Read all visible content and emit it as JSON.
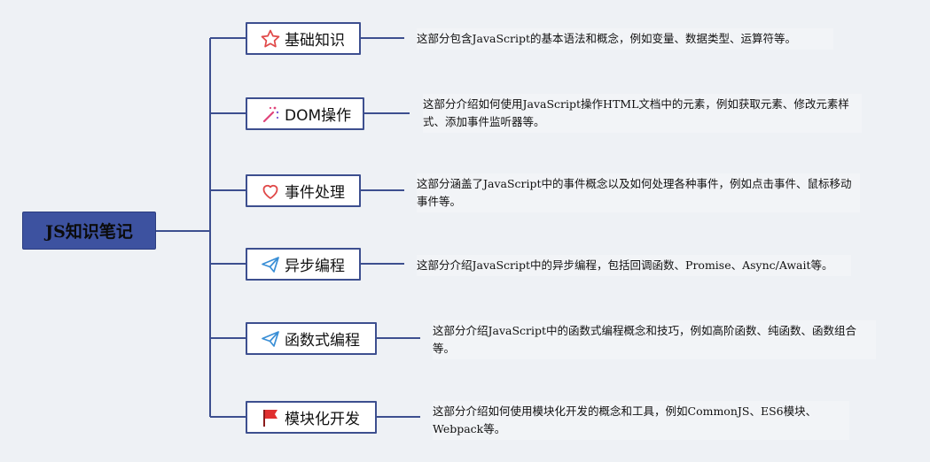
{
  "root": {
    "label": "JS知识笔记"
  },
  "colors": {
    "line": "#3d4f8f",
    "root_bg": "#3d52a0",
    "background": "#eef1f5"
  },
  "branches": [
    {
      "label": "基础知识",
      "icon": "star-outline-icon",
      "icon_color": "#e04848",
      "description": "这部分包含JavaScript的基本语法和概念，例如变量、数据类型、运算符等。"
    },
    {
      "label": "DOM操作",
      "icon": "magic-wand-icon",
      "icon_color": "#e0457b",
      "description": "这部分介绍如何使用JavaScript操作HTML文档中的元素，例如获取元素、修改元素样式、添加事件监听器等。"
    },
    {
      "label": "事件处理",
      "icon": "heart-outline-icon",
      "icon_color": "#e04848",
      "description": "这部分涵盖了JavaScript中的事件概念以及如何处理各种事件，例如点击事件、鼠标移动事件等。"
    },
    {
      "label": "异步编程",
      "icon": "paper-plane-icon",
      "icon_color": "#3a8fd6",
      "description": "这部分介绍JavaScript中的异步编程，包括回调函数、Promise、Async/Await等。"
    },
    {
      "label": "函数式编程",
      "icon": "paper-plane-icon",
      "icon_color": "#3a8fd6",
      "description": "这部分介绍JavaScript中的函数式编程概念和技巧，例如高阶函数、纯函数、函数组合等。"
    },
    {
      "label": "模块化开发",
      "icon": "red-flag-icon",
      "icon_color": "#e02f2f",
      "description": "这部分介绍如何使用模块化开发的概念和工具，例如CommonJS、ES6模块、Webpack等。"
    }
  ]
}
